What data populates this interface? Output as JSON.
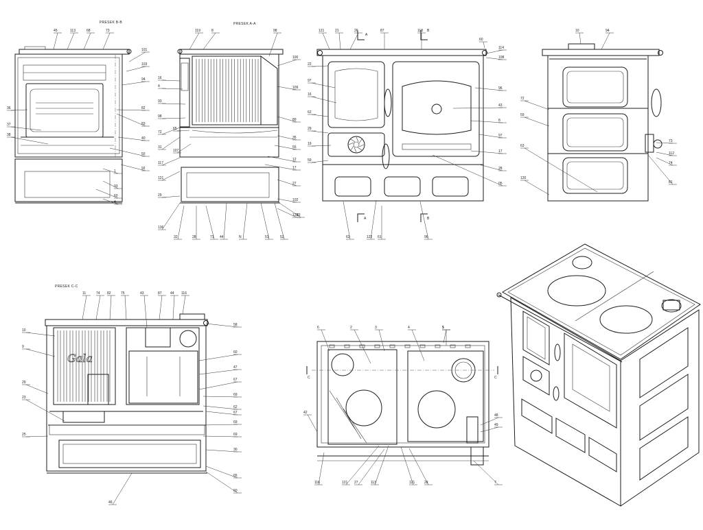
{
  "sections": {
    "aa": "PRESEK A-A",
    "bb": "PRESEK B-B",
    "cc": "PRESEK C-C"
  },
  "section_marks": {
    "a": "A",
    "b": "B",
    "c": "C"
  },
  "brand_script": "Gala",
  "part_numbers": {
    "v1": [
      "45",
      "113",
      "68",
      "73",
      "101",
      "103",
      "94",
      "82",
      "83",
      "36",
      "37",
      "38",
      "40",
      "50",
      "92",
      "93",
      "60",
      "1",
      "4"
    ],
    "v2": [
      "119",
      "8",
      "98",
      "100",
      "109",
      "16",
      "4",
      "93",
      "98",
      "72",
      "31",
      "117",
      "121",
      "29",
      "89",
      "35",
      "55",
      "12",
      "17",
      "27",
      "102",
      "123",
      "136",
      "32",
      "28",
      "71",
      "44",
      "N",
      "51",
      "52",
      "83",
      "65",
      "107"
    ],
    "v3": [
      "121",
      "21",
      "26",
      "87",
      "118",
      "60",
      "114",
      "108",
      "22",
      "97",
      "16",
      "62",
      "29",
      "19",
      "59",
      "96",
      "43",
      "8",
      "97",
      "17",
      "28",
      "05",
      "62",
      "122",
      "61",
      "96"
    ],
    "v4": [
      "10",
      "94",
      "72",
      "59",
      "63",
      "120",
      "73",
      "112",
      "74",
      "81"
    ],
    "v5": [
      "10",
      "9",
      "29",
      "23",
      "25",
      "11",
      "74",
      "82",
      "75",
      "43",
      "87",
      "44",
      "116",
      "58",
      "60",
      "47",
      "67",
      "69",
      "62",
      "67",
      "69",
      "69",
      "30",
      "65",
      "60",
      "46"
    ],
    "v6": [
      "6",
      "2",
      "3",
      "4",
      "5",
      "1",
      "42",
      "48",
      "49",
      "116",
      "121",
      "27",
      "113",
      "121",
      "28",
      "7"
    ]
  },
  "icons": {
    "pinwheel-damper": "pinwheel-damper-icon",
    "chimney-collar": "chimney-collar-icon"
  }
}
